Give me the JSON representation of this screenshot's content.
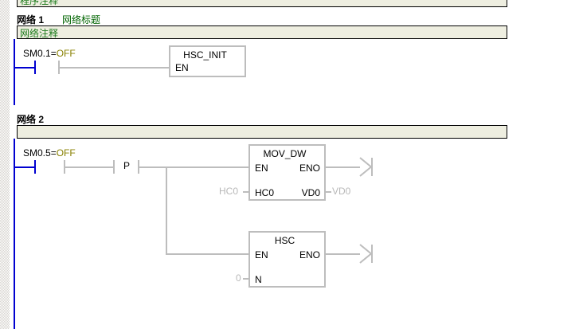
{
  "editor": {
    "program_comment": "程序注释",
    "rail_color": "#0000d0",
    "wire_color": "#bdbdbd",
    "comment_bg": "#eeeee0",
    "comment_text_color": "#1a7a1a",
    "state_color": "#888000",
    "operand_color": "#b8b8b8"
  },
  "networks": [
    {
      "label": "网络 1",
      "title": "网络标题",
      "comment": "网络注释",
      "contact": {
        "operand": "SM0.1",
        "separator": "=",
        "state": "OFF"
      },
      "blocks": [
        {
          "name": "HSC_INIT",
          "pins_left": [
            "EN"
          ],
          "pins_right": [],
          "operands_in": [],
          "operands_out": []
        }
      ]
    },
    {
      "label": "网络 2",
      "title": "",
      "comment": "",
      "contact": {
        "operand": "SM0.5",
        "separator": "=",
        "state": "OFF"
      },
      "edge_contact": "P",
      "blocks": [
        {
          "name": "MOV_DW",
          "pins_left": [
            "EN",
            "HC0"
          ],
          "pins_right": [
            "ENO",
            "VD0"
          ],
          "operands_in": [
            "HC0"
          ],
          "operands_out": [
            "VD0"
          ]
        },
        {
          "name": "HSC",
          "pins_left": [
            "EN",
            "N"
          ],
          "pins_right": [
            "ENO"
          ],
          "operands_in": [
            "0"
          ],
          "operands_out": []
        }
      ]
    }
  ]
}
